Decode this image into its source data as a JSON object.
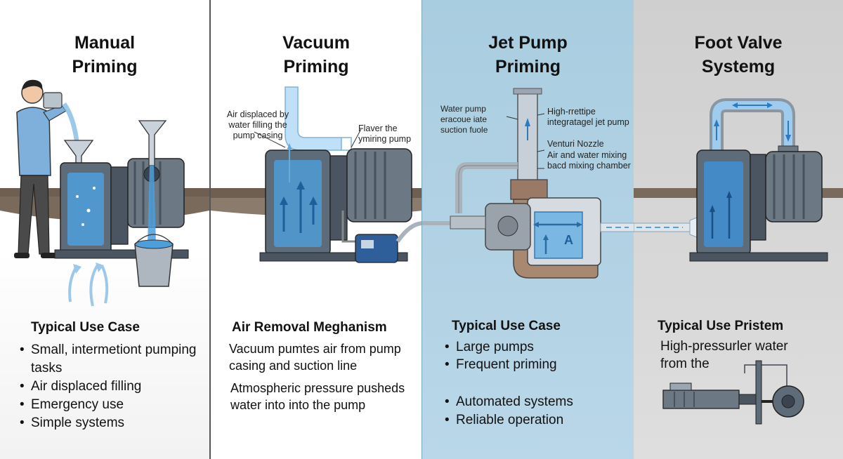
{
  "panels": [
    {
      "title": "Manual\nPriming",
      "heading": "Typical Use Case",
      "bullets": [
        "Small, intermetiont pumping tasks",
        "Air displaced filling",
        "Emergency use",
        "Simple systems"
      ]
    },
    {
      "title": "Vacuum\nPriming",
      "callouts": [
        "Air displaced by water filling the pump casing",
        "Flaver the ymiring pump"
      ],
      "heading": "Air Removal Meghanism",
      "paragraphs": [
        "Vacuum pumtes air from pump casing and suction line",
        "Atmospheric pressure pusheds water into into the pump"
      ]
    },
    {
      "title": "Jet Pump\nPriming",
      "callouts": [
        "Water pump eracoue iate suction fuole",
        "High-rrettipe integratagel jet pump",
        "Venturi Nozzle",
        "Air and water mixing bacd mixing chamber"
      ],
      "diagram_label": "A",
      "heading": "Typical Use Case",
      "bullets_a": [
        "Large pumps",
        "Frequent priming"
      ],
      "bullets_b": [
        "Automated systems",
        "Reliable operation"
      ]
    },
    {
      "title": "Foot Valve\nSystemg",
      "heading": "Typical Use Pristem",
      "paragraph": "High-pressurler water from the"
    }
  ],
  "colors": {
    "pump_body": "#5e6b78",
    "pump_dark": "#3a4450",
    "water": "#4d9fdc",
    "ground": "#6e5f52",
    "panel3_bg": "#a9cde0",
    "panel4_bg": "#cfcfcf"
  }
}
